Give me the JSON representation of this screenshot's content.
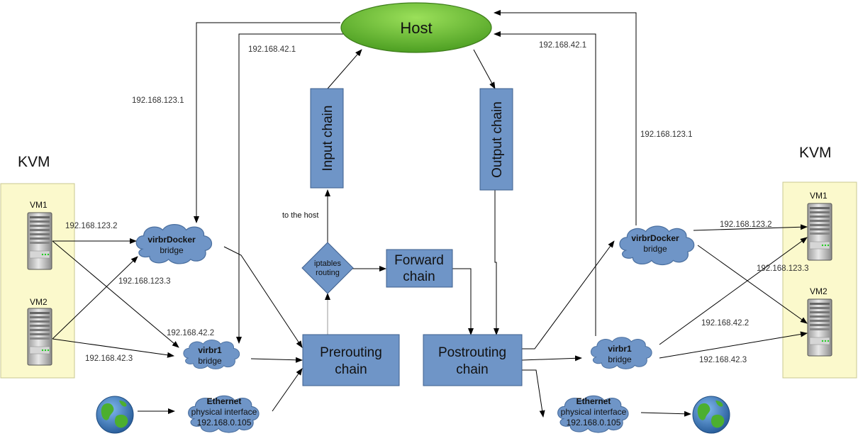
{
  "host": {
    "label": "Host"
  },
  "chains": {
    "input": "Input chain",
    "output": "Output chain",
    "forward_line1": "Forward",
    "forward_line2": "chain",
    "prerouting_line1": "Prerouting",
    "prerouting_line2": "chain",
    "postrouting_line1": "Postrouting",
    "postrouting_line2": "chain"
  },
  "routing": {
    "line1": "iptables",
    "line2": "routing",
    "to_host": "to the host"
  },
  "left": {
    "kvm": "KVM",
    "vm1": "VM1",
    "vm2": "VM2",
    "docker_bridge": {
      "name": "virbrDocker",
      "type": "bridge"
    },
    "virbr1": {
      "name": "virbr1",
      "type": "bridge"
    },
    "ethernet": {
      "name": "Ethernet",
      "type": "physical interface",
      "ip": "192.168.0.105"
    },
    "ips": {
      "host_docker": "192.168.123.1",
      "host_virbr1": "192.168.42.1",
      "vm1_docker": "192.168.123.2",
      "vm2_docker": "192.168.123.3",
      "vm1_virbr1": "192.168.42.2",
      "vm2_virbr1": "192.168.42.3"
    }
  },
  "right": {
    "kvm": "KVM",
    "vm1": "VM1",
    "vm2": "VM2",
    "docker_bridge": {
      "name": "virbrDocker",
      "type": "bridge"
    },
    "virbr1": {
      "name": "virbr1",
      "type": "bridge"
    },
    "ethernet": {
      "name": "Ethernet",
      "type": "physical interface",
      "ip": "192.168.0.105"
    },
    "ips": {
      "host_docker": "192.168.123.1",
      "host_virbr1": "192.168.42.1",
      "vm1_docker": "192.168.123.2",
      "vm2_docker": "192.168.123.3",
      "vm1_virbr1": "192.168.42.2",
      "vm2_virbr1": "192.168.42.3"
    }
  },
  "colors": {
    "box_fill": "#6f95c7",
    "box_stroke": "#3e5f8d",
    "host_fill": "#73c23a",
    "kvm_panel": "#fbf9cc",
    "cloud_fill": "#6f95c7"
  }
}
